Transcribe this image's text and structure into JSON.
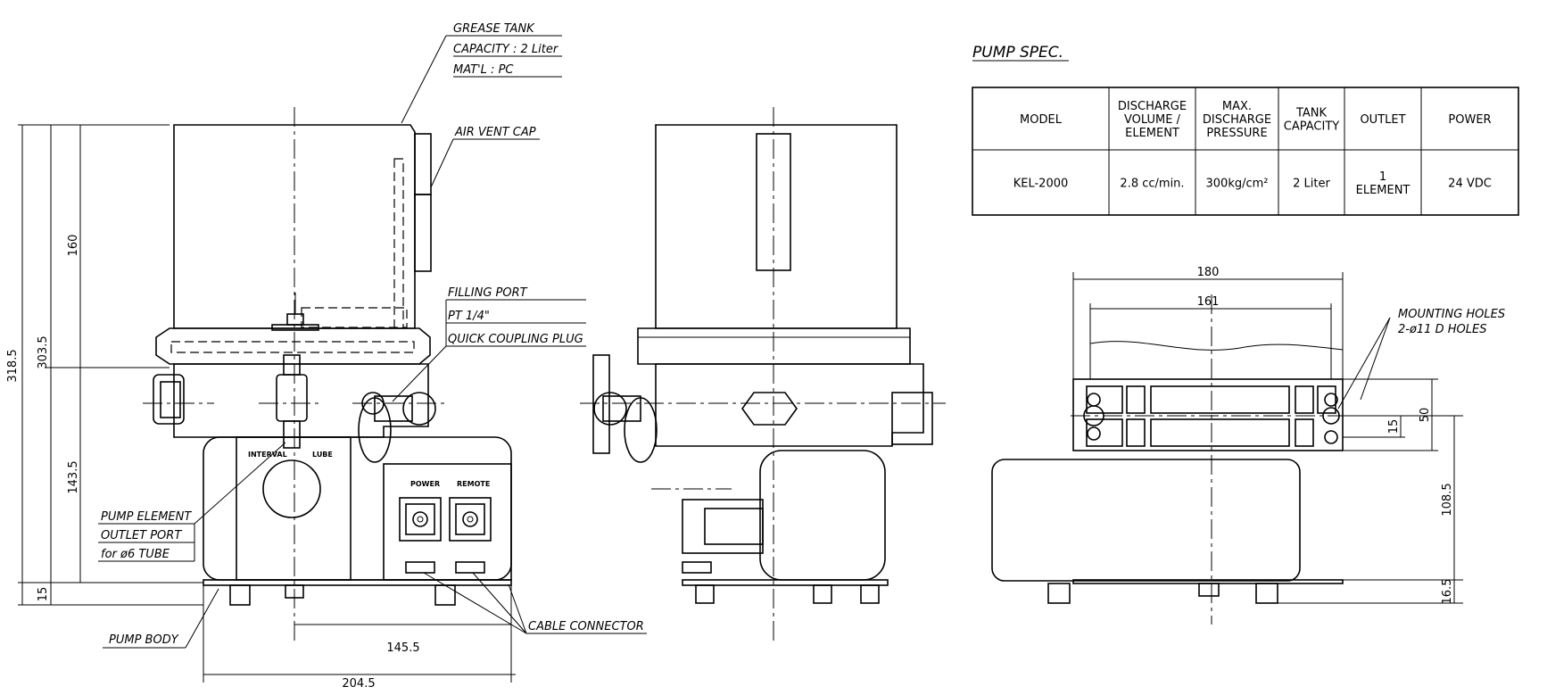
{
  "spec": {
    "title": "PUMP SPEC.",
    "headers": [
      [
        "MODEL"
      ],
      [
        "DISCHARGE",
        "VOLUME /",
        "ELEMENT"
      ],
      [
        "MAX.",
        "DISCHARGE",
        "PRESSURE"
      ],
      [
        "TANK",
        "CAPACITY"
      ],
      [
        "OUTLET"
      ],
      [
        "POWER"
      ]
    ],
    "row": [
      [
        "KEL-2000"
      ],
      [
        "2.8 cc/min."
      ],
      [
        "300kg/cm²"
      ],
      [
        "2 Liter"
      ],
      [
        "1",
        "ELEMENT"
      ],
      [
        "24 VDC"
      ]
    ]
  },
  "labels": {
    "grease_tank": "GREASE TANK",
    "capacity": "CAPACITY : 2 Liter",
    "material": "MAT'L : PC",
    "air_vent_cap": "AIR VENT CAP",
    "filling_port": "FILLING PORT",
    "pt": "PT 1/4\"",
    "quick_coupling": "QUICK COUPLING PLUG",
    "pump_element": "PUMP ELEMENT",
    "outlet_port": "OUTLET PORT",
    "tube": "for ø6 TUBE",
    "pump_body": "PUMP BODY",
    "cable_connector": "CABLE CONNECTOR",
    "interval": "INTERVAL",
    "lube": "LUBE",
    "power": "POWER",
    "remote": "REMOTE",
    "mounting_holes": "MOUNTING HOLES",
    "d_holes": "2-ø11 D HOLES"
  },
  "dimensions": {
    "d318_5": "318.5",
    "d303_5": "303.5",
    "d160": "160",
    "d143_5": "143.5",
    "d15": "15",
    "d145_5": "145.5",
    "d204_5": "204.5",
    "d180": "180",
    "d161": "161",
    "d50": "50",
    "d15b": "15",
    "d108_5": "108.5",
    "d16_5": "16.5"
  }
}
